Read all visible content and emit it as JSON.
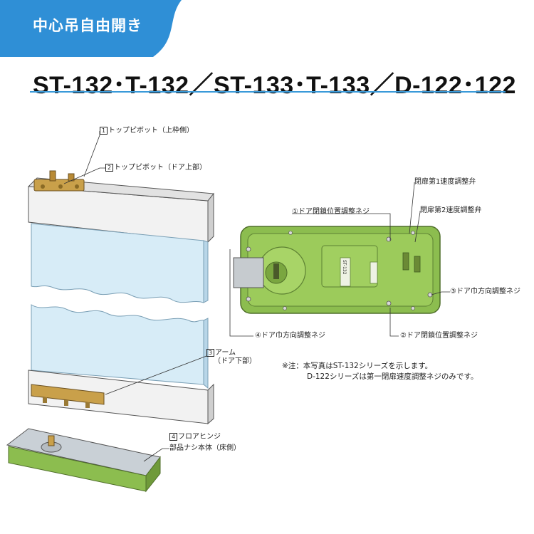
{
  "header": {
    "category": "中心吊自由開き",
    "model_title": "ST-132･T-132／ST-133･T-133／D-122･122"
  },
  "door_labels": {
    "top_pivot_frame": {
      "num": "1",
      "text": "トップピボット（上枠側）"
    },
    "top_pivot_door": {
      "num": "2",
      "text": "トップピボット（ドア上部）"
    },
    "arm": {
      "num": "3",
      "text": "アーム",
      "sub": "（ドア下部）"
    },
    "floor_hinge": {
      "num": "4",
      "text": "フロアヒンジ",
      "sub": "部品ナシ本体（床側）"
    }
  },
  "unit_labels": {
    "closing_speed_1": "閉扉第1速度調整弁",
    "closing_speed_2": "閉扉第2速度調整弁",
    "door_close_pos_1": "①ドア閉鎖位置調整ネジ",
    "door_width_3": "③ドア巾方向調整ネジ",
    "door_width_4": "④ドア巾方向調整ネジ",
    "door_close_pos_2": "②ドア閉鎖位置調整ネジ",
    "unit_model_plate": "ST-132"
  },
  "notes": {
    "line1": "※注：本写真はST-132シリーズを示します。",
    "line2": "D-122シリーズは第一閉扉速度調整ネジのみです。"
  },
  "colors": {
    "banner_blue": "#2f8fd6",
    "title_rule": "#3a9ad9",
    "hinge_green": "#8cbd4f",
    "glass_blue": "#d7ecf7",
    "brass": "#c9a04a"
  }
}
